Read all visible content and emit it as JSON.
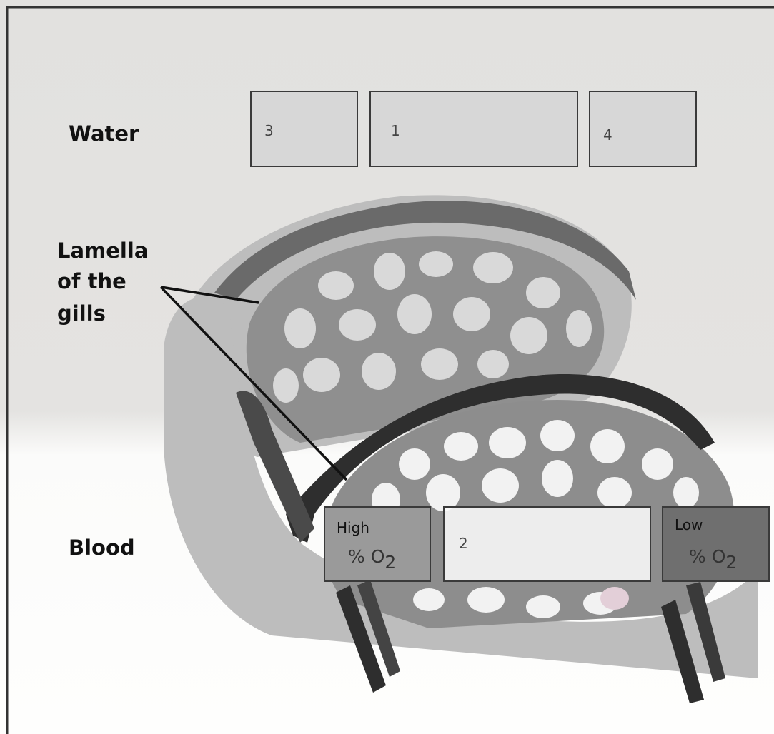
{
  "labels": {
    "water": "Water",
    "blood": "Blood",
    "lamella_line1": "Lamella",
    "lamella_line2": "of the",
    "lamella_line3": "gills"
  },
  "water_boxes": [
    "3",
    "1",
    "4"
  ],
  "blood_boxes": {
    "left_top": "High",
    "left_bottom": "% O",
    "left_sub": "2",
    "middle": "2",
    "right_top": "Low",
    "right_bottom": "% O",
    "right_sub": "2"
  },
  "colors": {
    "water_bg": "#e4e3e1",
    "blood_bg": "#fefefd",
    "membrane_dark": "#2e2e2e",
    "tissue_mid": "#8d8d8d",
    "tissue_light": "#bdbdbd",
    "high_box": "#9a9a9a",
    "low_box": "#6f6f6f"
  }
}
